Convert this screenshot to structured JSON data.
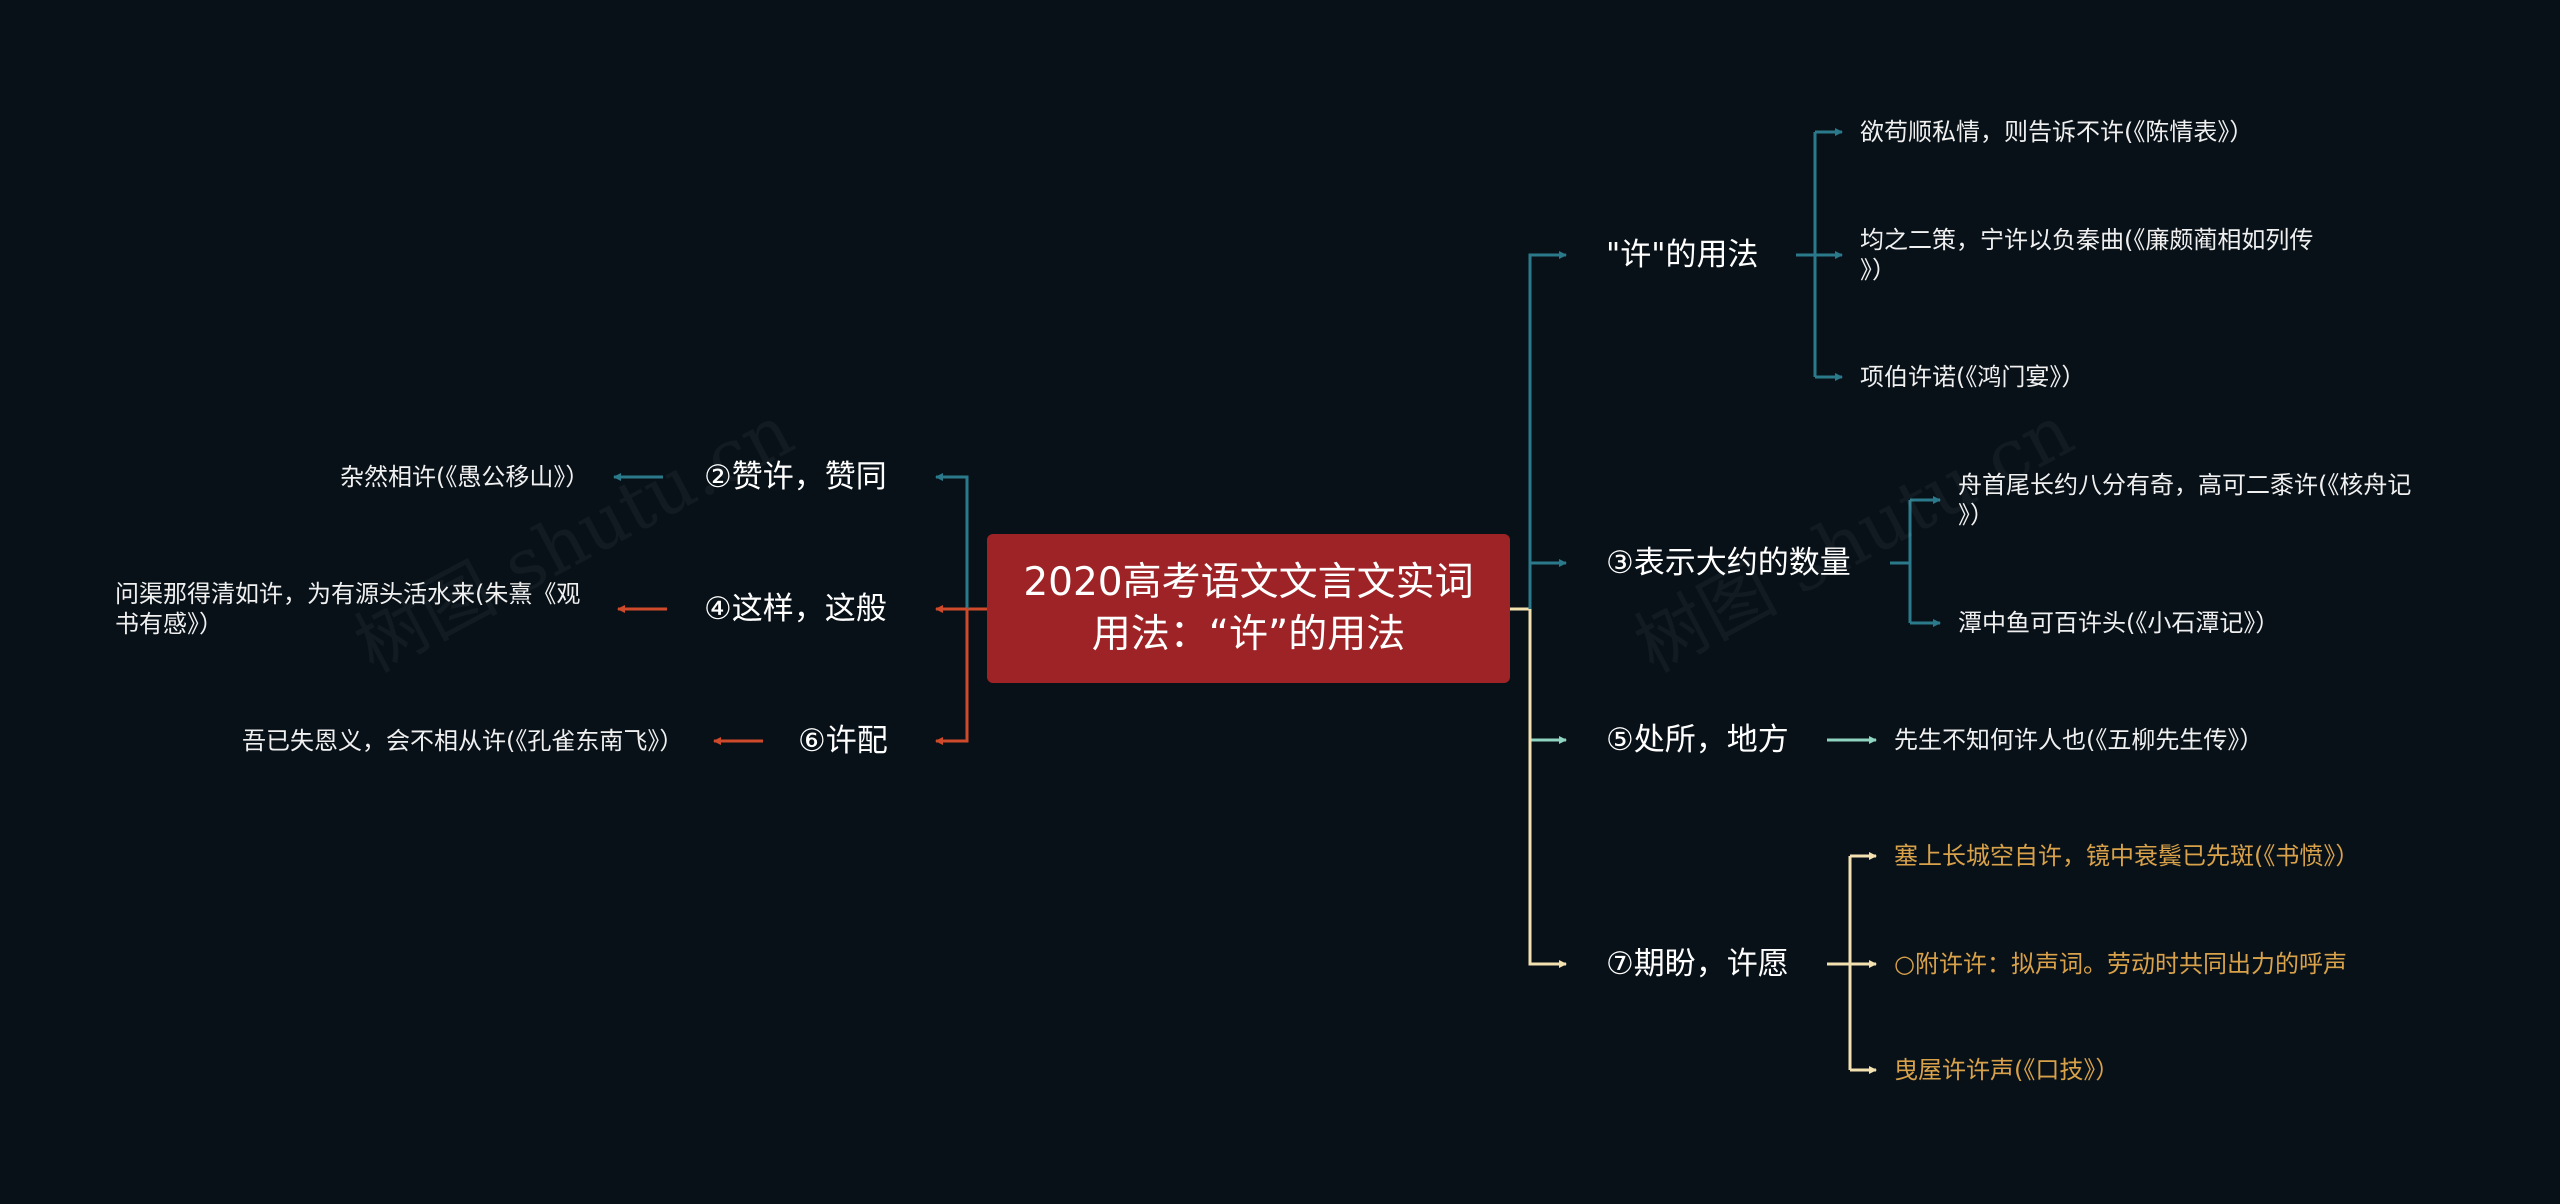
{
  "root": {
    "line1": "2020高考语文文言文实词",
    "line2": "用法：“许”的用法"
  },
  "branches": {
    "b1": {
      "label": "\"许\"的用法"
    },
    "b3": {
      "label": "③表示大约的数量"
    },
    "b5": {
      "label": "⑤处所，地方"
    },
    "b7": {
      "label": "⑦期盼，许愿"
    },
    "b2": {
      "label": "②赞许，赞同"
    },
    "b4": {
      "label": "④这样，这般"
    },
    "b6": {
      "label": "⑥许配"
    }
  },
  "leaves": {
    "l1a": "欲苟顺私情，则告诉不许(《陈情表》）",
    "l1b_1": "均之二策，宁许以负秦曲(《廉颇蔺相如列传",
    "l1b_2": "》）",
    "l1c": "项伯许诺(《鸿门宴》）",
    "l3a_1": "舟首尾长约八分有奇，高可二黍许(《核舟记",
    "l3a_2": "》）",
    "l3b": "潭中鱼可百许头(《小石潭记》）",
    "l5a": "先生不知何许人也(《五柳先生传》）",
    "l7a": "塞上长城空自许，镜中衰鬓已先斑(《书愤》）",
    "l7b": "○附许许：拟声词。劳动时共同出力的呼声",
    "l7c": "曳屋许许声(《口技》）",
    "l2a": "杂然相许(《愚公移山》）",
    "l4a_1": "问渠那得清如许，为有源头活水来(朱熹《观",
    "l4a_2": "书有感》）",
    "l6a": "吾已失恩义，会不相从许(《孔雀东南飞》）"
  },
  "watermark": "树图 shutu.cn",
  "colors": {
    "background": "#081118",
    "root_fill": "#9e2326",
    "teal": "#2b7a8c",
    "mint": "#8fd3c1",
    "cream": "#f3e1b0",
    "orange": "#cf4a2a",
    "gold_text": "#d9a24a"
  }
}
